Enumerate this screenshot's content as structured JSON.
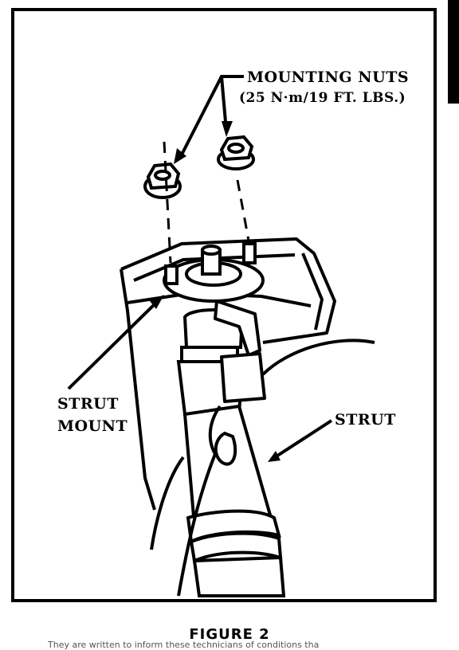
{
  "labels": {
    "mounting_nuts": "MOUNTING NUTS",
    "torque_spec": "(25 N·m/19 FT. LBS.)",
    "strut_mount_line1": "STRUT",
    "strut_mount_line2": "MOUNT",
    "strut": "STRUT"
  },
  "caption": "FIGURE 2",
  "footer_fragment": "They are written to inform these technicians of conditions tha"
}
